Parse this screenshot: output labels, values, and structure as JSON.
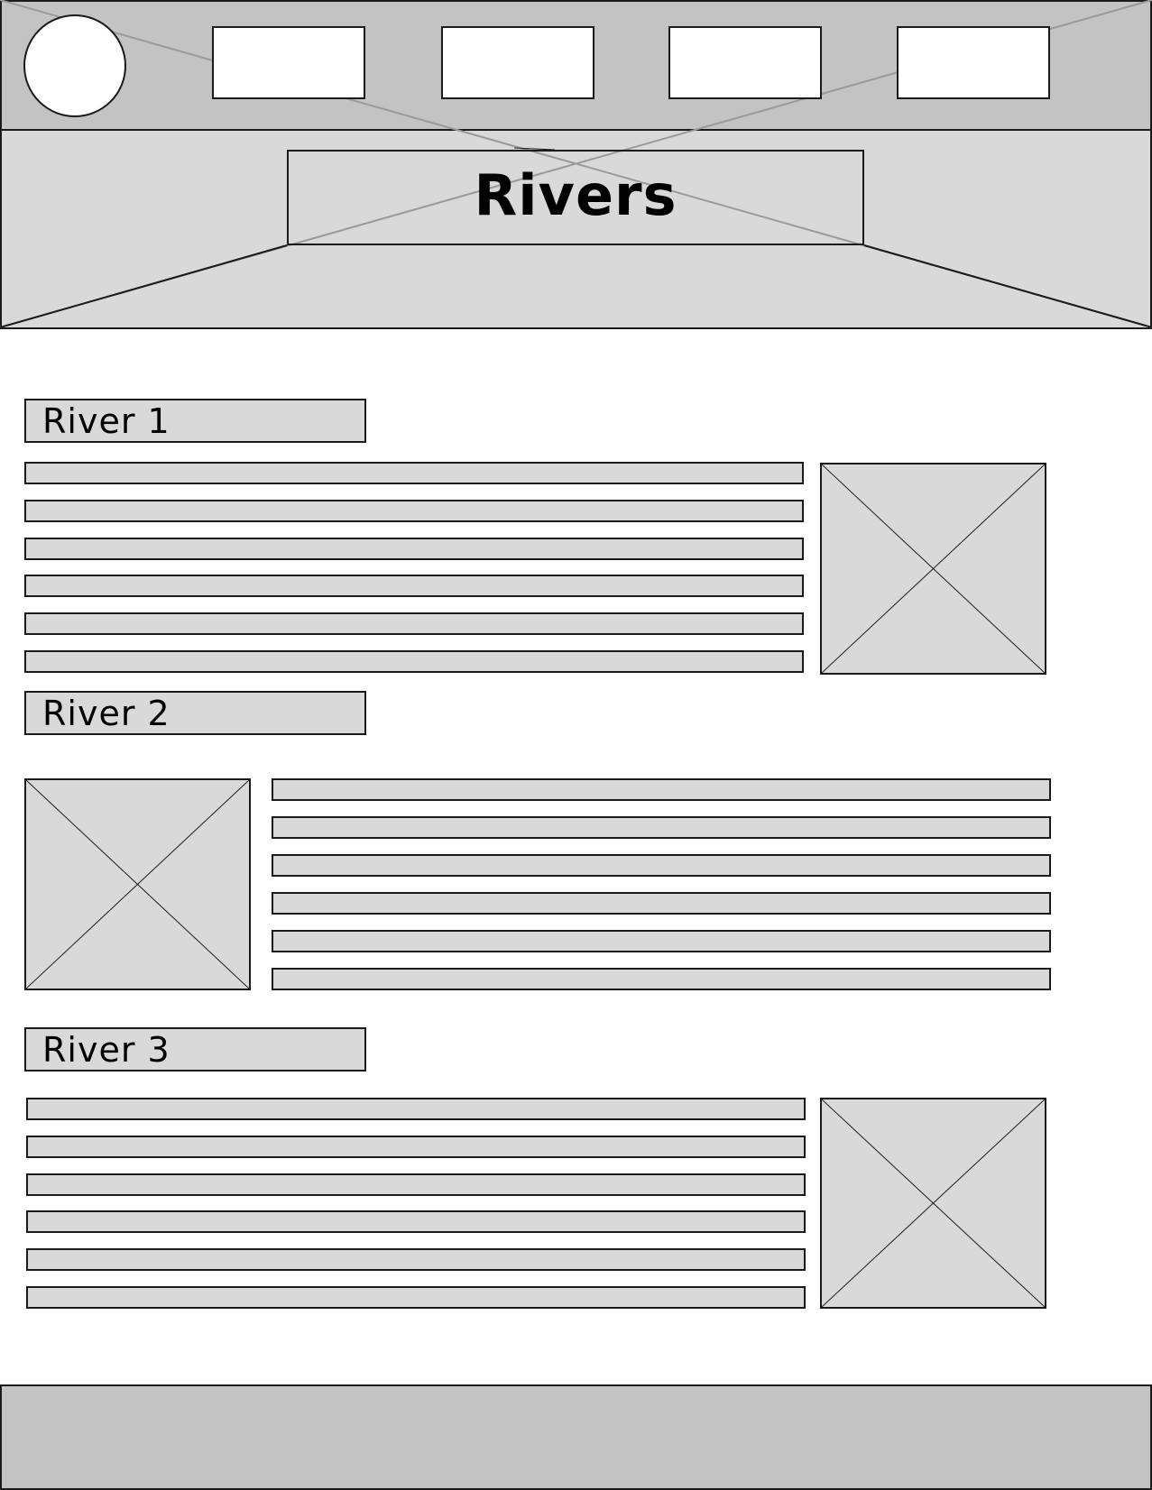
{
  "header": {
    "title": "Rivers",
    "nav_items": [
      "",
      "",
      "",
      ""
    ]
  },
  "sections": [
    {
      "heading": "River 1",
      "image_side": "right",
      "text_lines": 6
    },
    {
      "heading": "River 2",
      "image_side": "left",
      "text_lines": 6
    },
    {
      "heading": "River 3",
      "image_side": "right",
      "text_lines": 6
    }
  ],
  "colors": {
    "nav_bar": "#c3c3c3",
    "hero_bg": "#d9d9d9",
    "placeholder": "#d9d9d9",
    "footer": "#c3c3c3",
    "stroke": "#1a1a1a"
  },
  "icons": {
    "logo": "circle-logo-icon",
    "image_placeholder": "image-placeholder-icon"
  }
}
